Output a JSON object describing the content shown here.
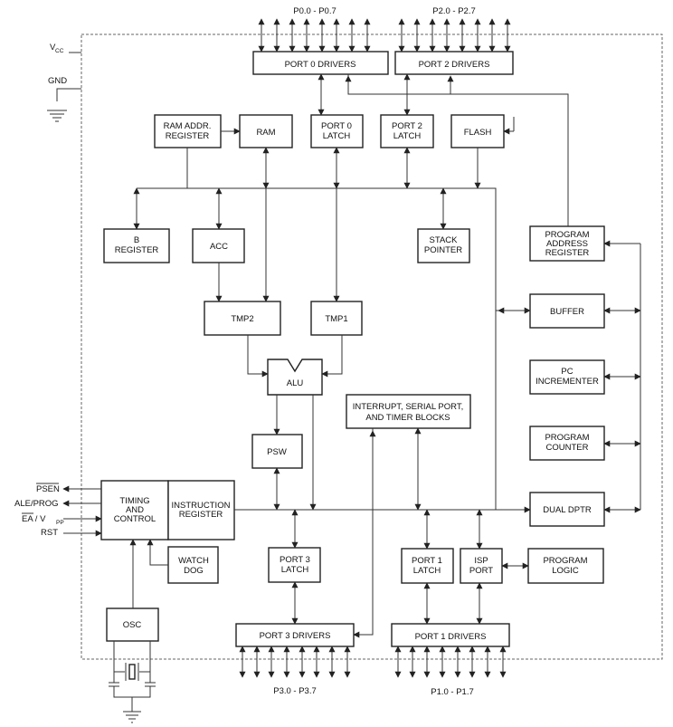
{
  "pins": {
    "p0": "P0.0  -  P0.7",
    "p2": "P2.0  -  P2.7",
    "p3": "P3.0  -  P3.7",
    "p1": "P1.0  -  P1.7",
    "vcc": "V",
    "vcc_sub": "CC",
    "gnd": "GND",
    "psen": "PSEN",
    "ale": "ALE/PROG",
    "ea": "EA  /  V",
    "ea_sub": "PP",
    "rst": "RST"
  },
  "blocks": {
    "port0_drivers": "PORT  0  DRIVERS",
    "port2_drivers": "PORT  2  DRIVERS",
    "ram_addr_1": "RAM ADDR.",
    "ram_addr_2": "REGISTER",
    "ram": "RAM",
    "port0_latch_1": "PORT 0",
    "port0_latch_2": "LATCH",
    "port2_latch_1": "PORT  2",
    "port2_latch_2": "LATCH",
    "flash": "FLASH",
    "b_reg_1": "B",
    "b_reg_2": "REGISTER",
    "acc": "ACC",
    "stack_1": "STACK",
    "stack_2": "POINTER",
    "prog_addr_1": "PROGRAM",
    "prog_addr_2": "ADDRESS",
    "prog_addr_3": "REGISTER",
    "buffer": "BUFFER",
    "tmp2": "TMP2",
    "tmp1": "TMP1",
    "pc_inc_1": "PC",
    "pc_inc_2": "INCREMENTER",
    "alu": "ALU",
    "intr_1": "INTERRUPT,  SERIAL  PORT,",
    "intr_2": "AND  TIMER  BLOCKS",
    "prog_counter_1": "PROGRAM",
    "prog_counter_2": "COUNTER",
    "psw": "PSW",
    "timing_1": "TIMING",
    "timing_2": "AND",
    "timing_3": "CONTROL",
    "instr_1": "INSTRUCTION",
    "instr_2": "REGISTER",
    "dual_dptr": "DUAL DPTR",
    "watchdog_1": "WATCH",
    "watchdog_2": "DOG",
    "port3_latch_1": "PORT  3",
    "port3_latch_2": "LATCH",
    "port1_latch_1": "PORT  1",
    "port1_latch_2": "LATCH",
    "isp_1": "ISP",
    "isp_2": "PORT",
    "prog_logic_1": "PROGRAM",
    "prog_logic_2": "LOGIC",
    "osc": "OSC",
    "port3_drivers": "PORT  3  DRIVERS",
    "port1_drivers": "PORT  1  DRIVERS"
  }
}
